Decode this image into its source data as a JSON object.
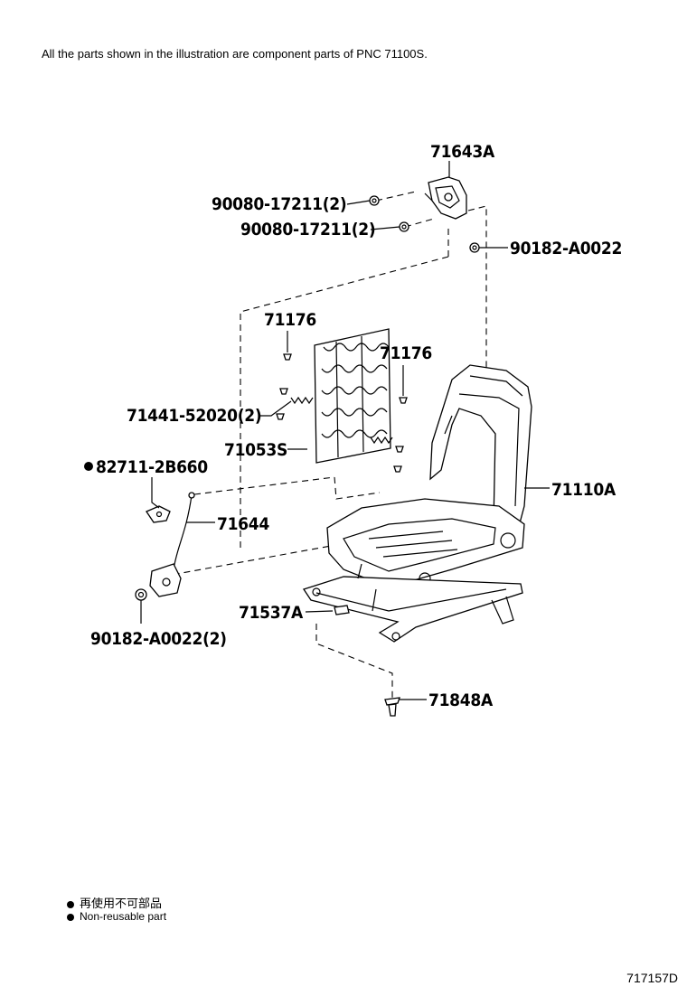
{
  "note": "All the parts shown in the illustration are component parts of PNC 71100S.",
  "labels": {
    "p71643A": "71643A",
    "p90080a": "90080-17211(2)",
    "p90080b": "90080-17211(2)",
    "p90182": "90182-A0022",
    "p71176a": "71176",
    "p71176b": "71176",
    "p71441": "71441-52020(2)",
    "p71053S": "71053S",
    "p82711": "82711-2B660",
    "p71110A": "71110A",
    "p71644": "71644",
    "p71537A": "71537A",
    "p90182b": "90182-A0022(2)",
    "p71848A": "71848A"
  },
  "legend": {
    "jp": "再使用不可部品",
    "en": "Non-reusable part"
  },
  "figure_code": "717157D"
}
